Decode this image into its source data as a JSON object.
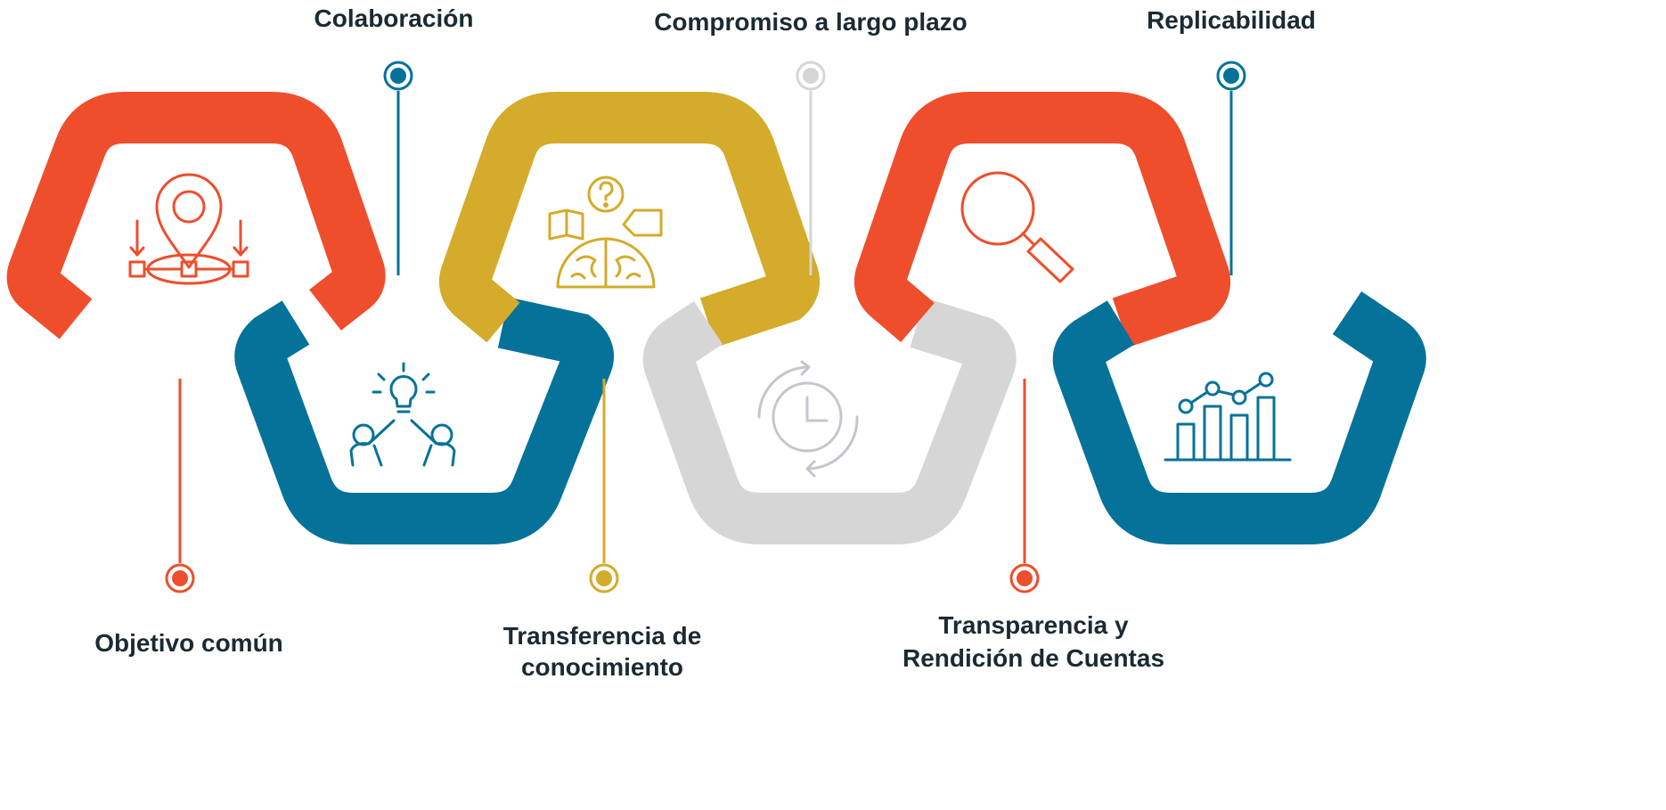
{
  "colors": {
    "orange": "#EE4E2C",
    "teal": "#05729A",
    "gold": "#D4AB2A",
    "gray": "#D6D6D6",
    "label": "#1B2A33"
  },
  "steps": [
    {
      "id": "objetivo",
      "lines": [
        "Objetivo común"
      ],
      "color": "orange",
      "icon": "location-pin-icon"
    },
    {
      "id": "colaboracion",
      "lines": [
        "Colaboración"
      ],
      "color": "teal",
      "icon": "team-lightbulb-icon"
    },
    {
      "id": "transferencia",
      "lines": [
        "Transferencia de",
        "conocimiento"
      ],
      "color": "gold",
      "icon": "brain-knowledge-icon"
    },
    {
      "id": "compromiso",
      "lines": [
        "Compromiso a largo plazo"
      ],
      "color": "gray",
      "icon": "clock-cycle-icon"
    },
    {
      "id": "transparencia",
      "lines": [
        "Transparencia y",
        "Rendición de Cuentas"
      ],
      "color": "orange",
      "icon": "magnifier-icon"
    },
    {
      "id": "replicabilidad",
      "lines": [
        "Replicabilidad"
      ],
      "color": "teal",
      "icon": "growth-chart-icon"
    }
  ]
}
